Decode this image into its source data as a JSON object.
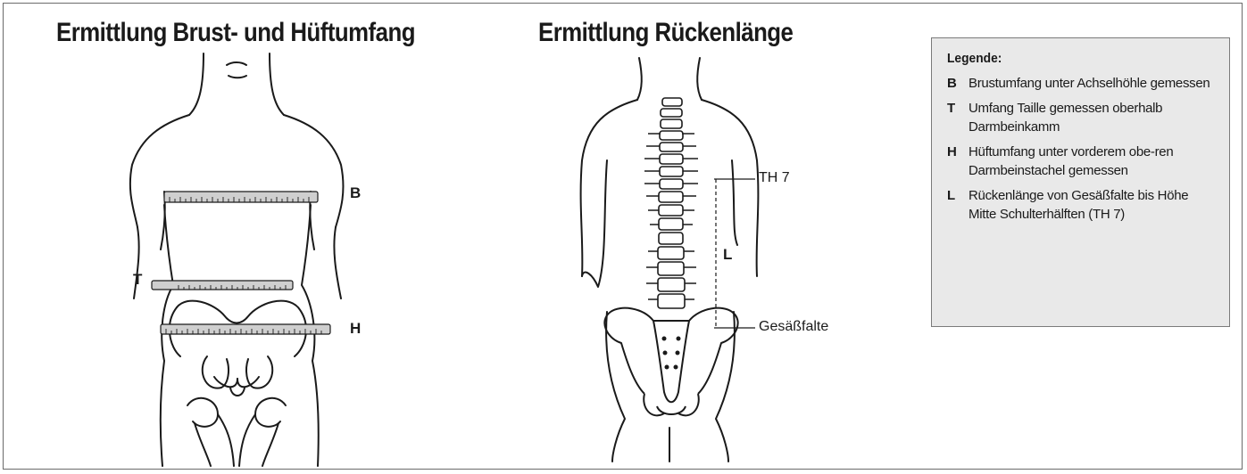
{
  "titles": {
    "circumference": "Ermittlung Brust- und Hüftumfang",
    "back_length": "Ermittlung Rückenlänge"
  },
  "front_labels": {
    "B": "B",
    "T": "T",
    "H": "H"
  },
  "back_labels": {
    "th7": "TH 7",
    "L": "L",
    "gluteal_fold": "Gesäßfalte"
  },
  "legend": {
    "title": "Legende:",
    "items": [
      {
        "key": "B",
        "text": "Brustumfang unter Achselhöhle gemessen"
      },
      {
        "key": "T",
        "text": "Umfang Taille gemessen oberhalb Darmbeinkamm"
      },
      {
        "key": "H",
        "text": "Hüftumfang unter vorderem obe-ren Darmbeinstachel gemessen"
      },
      {
        "key": "L",
        "text": "Rückenlänge von Gesäßfalte bis Höhe Mitte Schulterhälften (TH 7)"
      }
    ]
  },
  "colors": {
    "line": "#1a1a1a",
    "tape": "#cfcfcf",
    "legend_bg": "#e9e9e9",
    "frame": "#6b6b6b"
  }
}
